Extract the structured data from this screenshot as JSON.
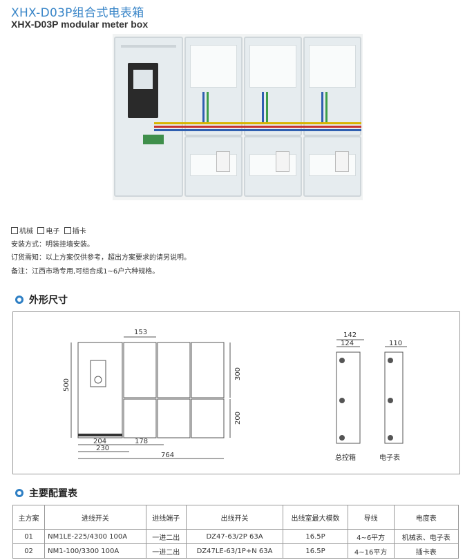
{
  "header": {
    "title_cn": "XHX-D03P组合式电表箱",
    "title_en": "XHX-D03P modular meter box"
  },
  "options": [
    "机械",
    "电子",
    "插卡"
  ],
  "notes": [
    "安装方式：明装挂墙安装。",
    "订货需知：以上方案仅供参考，超出方案要求的请另说明。",
    "备注：江西市场专用,可组合成1~6户六种规格。"
  ],
  "dimensions_section": {
    "title": "外形尺寸",
    "labels": {
      "d153": "153",
      "d500": "500",
      "d300": "300",
      "d200": "200",
      "d204": "204",
      "d178": "178",
      "d230": "230",
      "d764": "764",
      "d142": "142",
      "d124": "124",
      "d110": "110",
      "main_box": "总控箱",
      "e_meter": "电子表"
    }
  },
  "config_section": {
    "title": "主要配置表",
    "headers": [
      "主方案",
      "进线开关",
      "进线端子",
      "出线开关",
      "出线室最大模数",
      "导线",
      "电度表"
    ],
    "rows": [
      [
        "01",
        "NM1LE-225/4300 100A",
        "一进二出",
        "DZ47-63/2P 63A",
        "16.5P",
        "4~6平方",
        "机械表、电子表"
      ],
      [
        "02",
        "NM1-100/3300 100A",
        "一进二出",
        "DZ47LE-63/1P+N 63A",
        "16.5P",
        "4~16平方",
        "插卡表"
      ]
    ]
  }
}
